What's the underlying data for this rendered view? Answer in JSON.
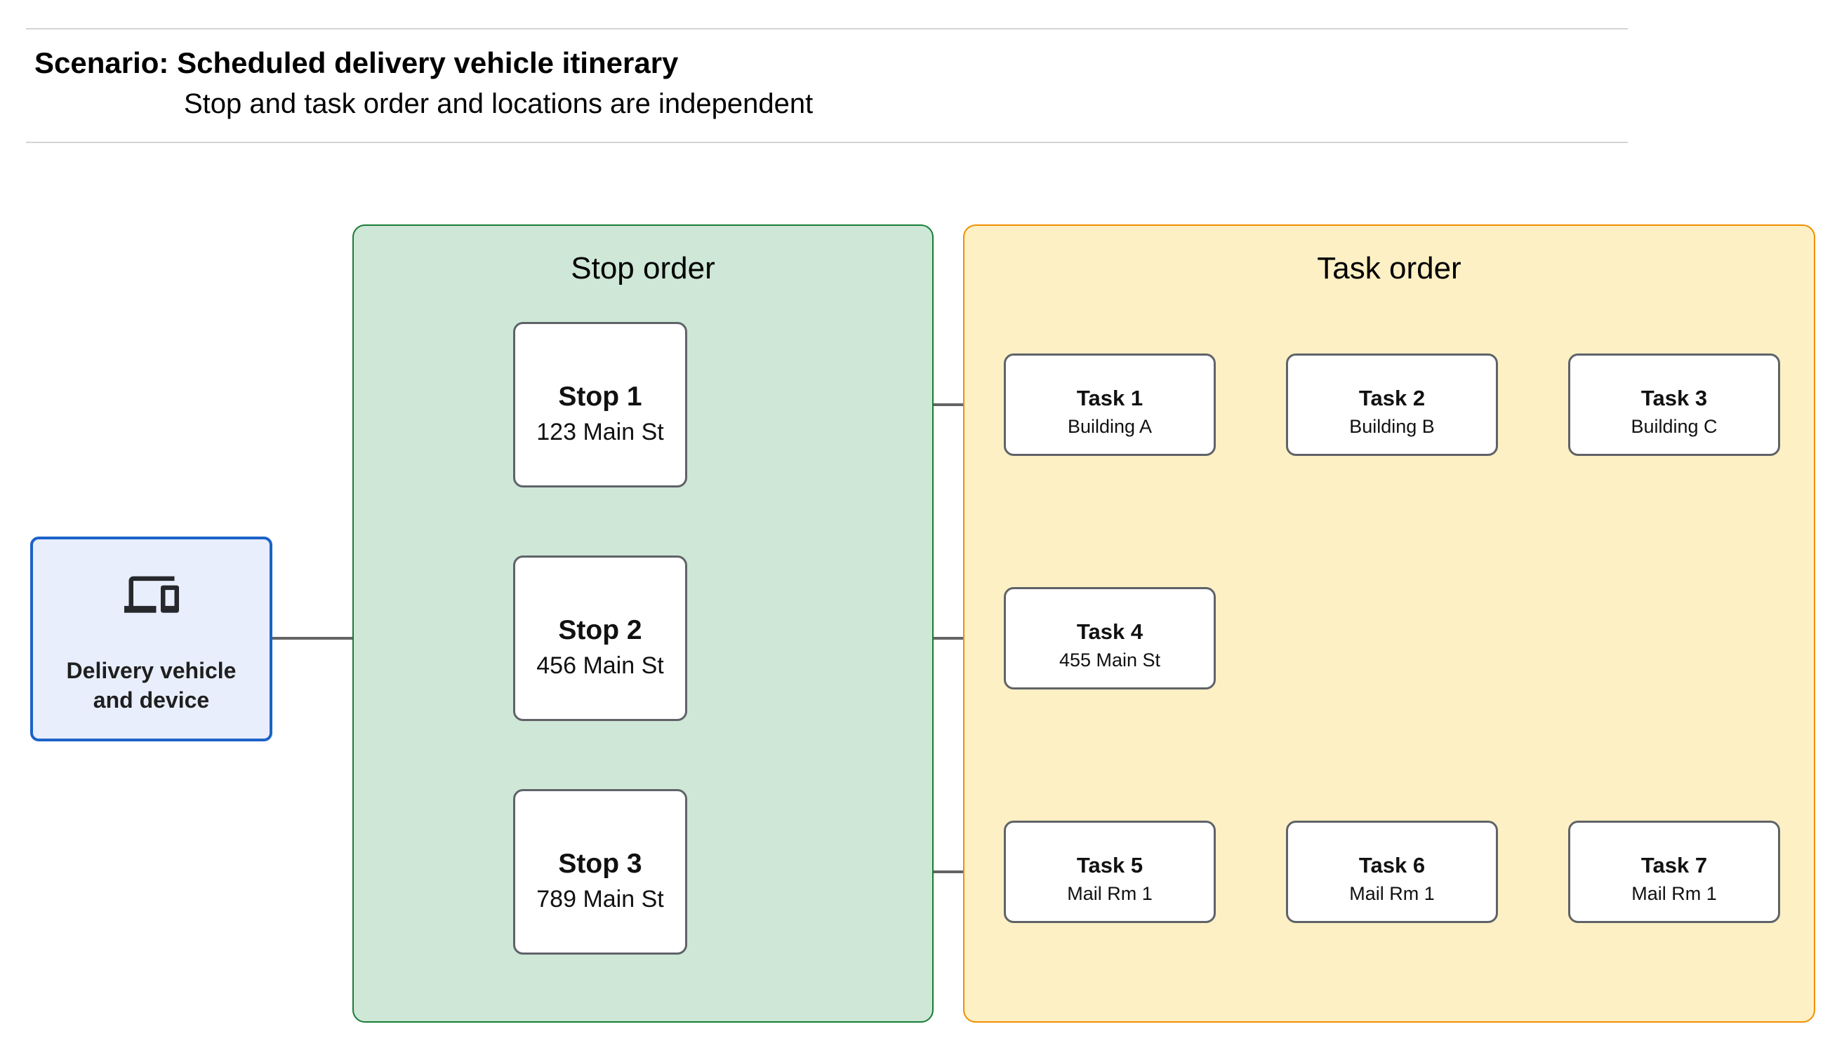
{
  "header": {
    "title": "Scenario: Scheduled delivery vehicle itinerary",
    "subtitle": "Stop and task order and locations are independent"
  },
  "delivery": {
    "icon": "devices-icon",
    "line1": "Delivery vehicle",
    "line2": "and device"
  },
  "stop_panel": {
    "title": "Stop order"
  },
  "task_panel": {
    "title": "Task order"
  },
  "stops": [
    {
      "label": "Stop 1",
      "sublabel": "123 Main St"
    },
    {
      "label": "Stop 2",
      "sublabel": "456 Main St"
    },
    {
      "label": "Stop 3",
      "sublabel": "789 Main St"
    }
  ],
  "tasks": [
    {
      "label": "Task 1",
      "sublabel": "Building A"
    },
    {
      "label": "Task 2",
      "sublabel": "Building B"
    },
    {
      "label": "Task 3",
      "sublabel": "Building C"
    },
    {
      "label": "Task 4",
      "sublabel": "455 Main St"
    },
    {
      "label": "Task 5",
      "sublabel": "Mail Rm 1"
    },
    {
      "label": "Task 6",
      "sublabel": "Mail Rm 1"
    },
    {
      "label": "Task 7",
      "sublabel": "Mail Rm 1"
    }
  ],
  "colors": {
    "stop_panel_fill": "#cee7d7",
    "stop_panel_border": "#177d35",
    "task_panel_fill": "#fdf0c5",
    "task_panel_border": "#f08f00",
    "node_border": "#5f6368",
    "connector_gray": "#646464",
    "delivery_fill": "#e8eefb",
    "delivery_border": "#1b63c8",
    "rule_gray": "#d4d4d4"
  }
}
